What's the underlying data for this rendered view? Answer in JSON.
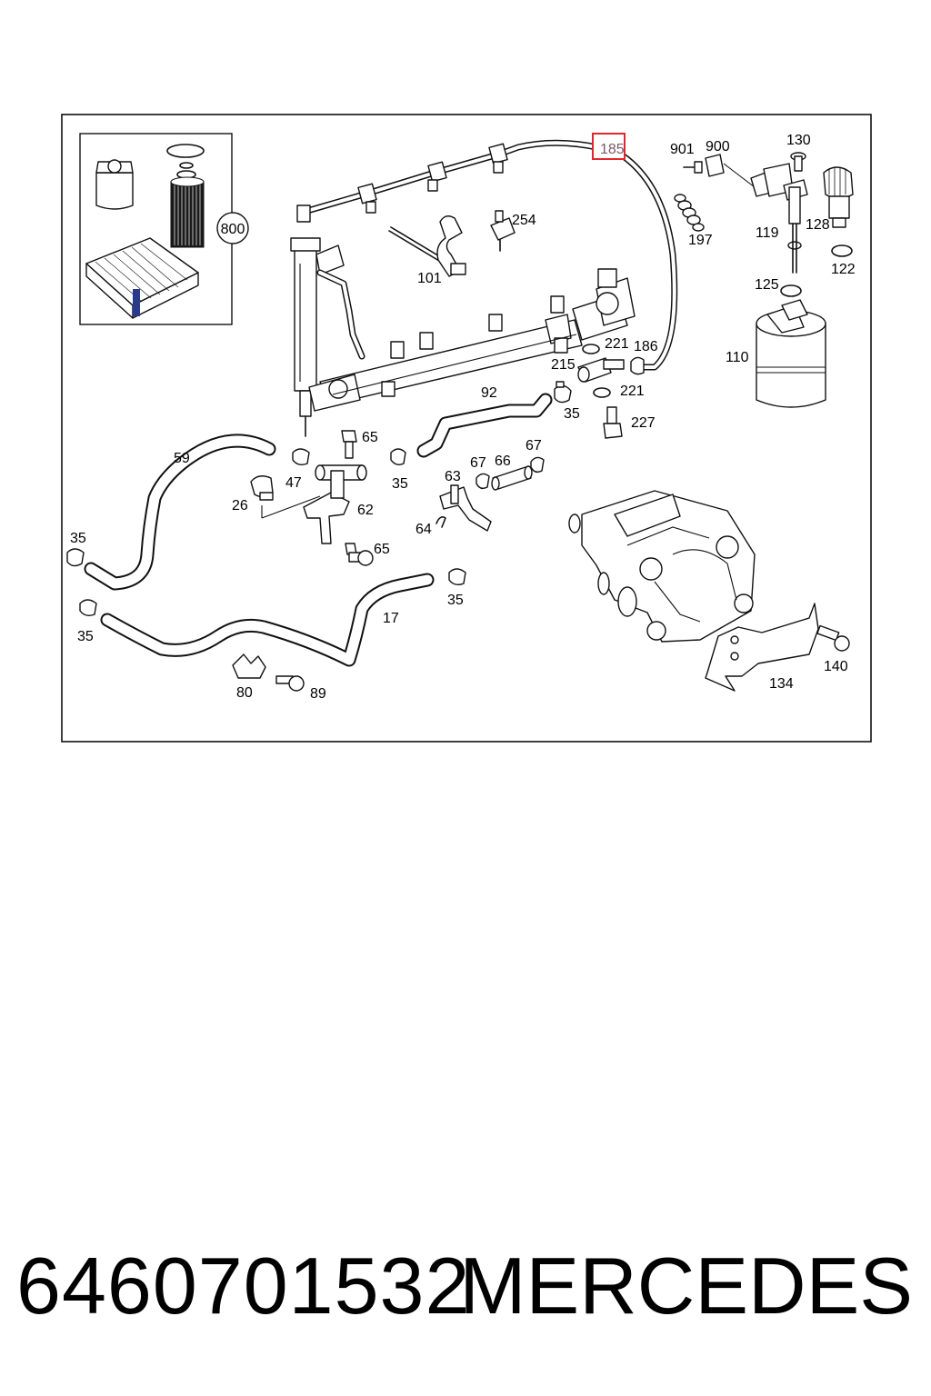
{
  "diagram": {
    "highlight_color": "#e2262c",
    "labels": {
      "l185": "185",
      "l901": "901",
      "l900": "900",
      "l130": "130",
      "l800": "800",
      "l254": "254",
      "l197": "197",
      "l119": "119",
      "l128": "128",
      "l122": "122",
      "l101": "101",
      "l125": "125",
      "l221a": "221",
      "l186": "186",
      "l110": "110",
      "l215": "215",
      "l92": "92",
      "l221b": "221",
      "l35a": "35",
      "l227": "227",
      "l65a": "65",
      "l59": "59",
      "l47": "47",
      "l35b": "35",
      "l67a": "67",
      "l66": "66",
      "l67b": "67",
      "l63": "63",
      "l26": "26",
      "l62": "62",
      "l64": "64",
      "l35c": "35",
      "l65b": "65",
      "l35d": "35",
      "l35e": "35",
      "l17": "17",
      "l140": "140",
      "l134": "134",
      "l80": "80",
      "l89": "89"
    }
  },
  "footer": {
    "part_number": "6460701532",
    "brand": "MERCEDES"
  }
}
